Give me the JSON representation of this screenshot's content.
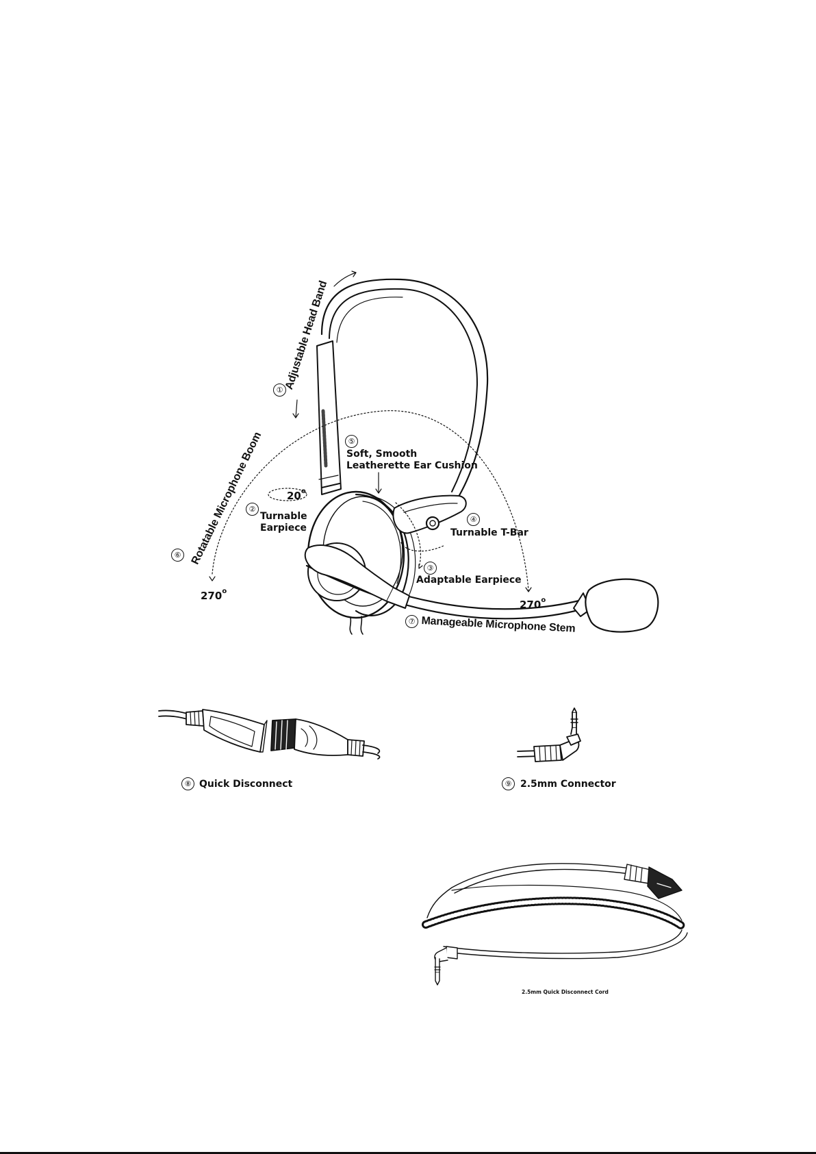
{
  "headset_labels": {
    "head_band": {
      "number": "①",
      "text": "Adjustable Head Band"
    },
    "earpiece_turn": {
      "number": "②",
      "line1": "Turnable",
      "line2": "Earpiece"
    },
    "earpiece_adapt": {
      "number": "③",
      "text": "Adaptable Earpiece"
    },
    "t_bar": {
      "number": "④",
      "text": "Turnable T-Bar"
    },
    "ear_cushion": {
      "number": "⑤",
      "line1": "Soft, Smooth",
      "line2": "Leatherette Ear Cushion"
    },
    "mic_boom": {
      "number": "⑥",
      "text": "Rotatable Microphone Boom"
    },
    "mic_stem": {
      "number": "⑦",
      "text": "Manageable Microphone Stem"
    }
  },
  "angles": {
    "earpiece_angle": {
      "value": "20",
      "unit": "o"
    },
    "boom_angle_left": {
      "value": "270",
      "unit": "o"
    },
    "boom_angle_right": {
      "value": "270",
      "unit": "o"
    }
  },
  "connectors": {
    "quick_disconnect": {
      "number": "⑧",
      "text": "Quick Disconnect"
    },
    "connector_25mm": {
      "number": "⑨",
      "text": "2.5mm Connector"
    }
  },
  "cord": {
    "caption": "2.5mm Quick Disconnect Cord"
  },
  "icons": [
    "headset-drawing-icon",
    "quick-disconnect-plug-icon",
    "angled-jack-icon",
    "coiled-cord-icon"
  ]
}
